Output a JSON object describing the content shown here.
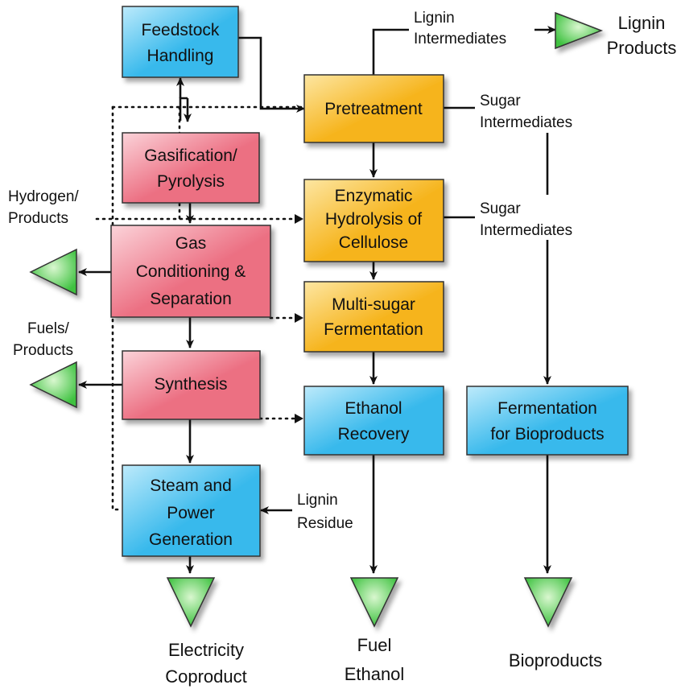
{
  "colors": {
    "blue": "#38b9ec",
    "blue_light": "#bdeafb",
    "pink": "#ec6f82",
    "pink_light": "#fbd3d9",
    "orange": "#f6b41c",
    "orange_light": "#fde6a2",
    "green": "#3fc241",
    "green_light": "#d9f7cf"
  },
  "boxes": {
    "feedstock": [
      "Feedstock",
      "Handling"
    ],
    "gasification": [
      "Gasification/",
      "Pyrolysis"
    ],
    "gas_conditioning": [
      "Gas",
      "Conditioning &",
      "Separation"
    ],
    "synthesis": [
      "Synthesis"
    ],
    "steam_power": [
      "Steam and",
      "Power",
      "Generation"
    ],
    "pretreatment": [
      "Pretreatment"
    ],
    "enzymatic": [
      "Enzymatic",
      "Hydrolysis of",
      "Cellulose"
    ],
    "multisugar": [
      "Multi-sugar",
      "Fermentation"
    ],
    "ethanol_recovery": [
      "Ethanol",
      "Recovery"
    ],
    "fermentation_bio": [
      "Fermentation",
      "for Bioproducts"
    ]
  },
  "labels": {
    "lignin_intermediates": [
      "Lignin",
      "Intermediates"
    ],
    "lignin_products": [
      "Lignin",
      "Products"
    ],
    "sugar_intermediates_1": [
      "Sugar",
      "Intermediates"
    ],
    "sugar_intermediates_2": [
      "Sugar",
      "Intermediates"
    ],
    "hydrogen_products": [
      "Hydrogen/",
      "Products"
    ],
    "fuels_products": [
      "Fuels/",
      "Products"
    ],
    "lignin_residue": [
      "Lignin",
      "Residue"
    ],
    "electricity": [
      "Electricity",
      "Coproduct"
    ],
    "fuel_ethanol": [
      "Fuel",
      "Ethanol"
    ],
    "bioproducts": [
      "Bioproducts"
    ]
  }
}
